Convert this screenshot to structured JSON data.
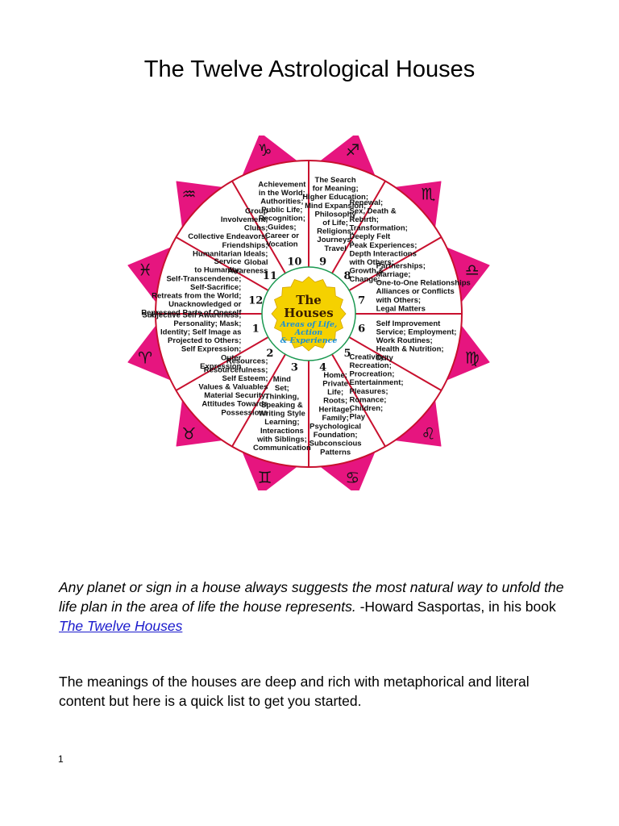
{
  "document": {
    "title": "The Twelve Astrological Houses",
    "quote": {
      "italic_text": "Any planet or sign in a house always suggests the most natural way to unfold the life plan in the area of life the house represents.",
      "attribution": " -Howard Sasportas, in his book ",
      "book_link": "The Twelve Houses"
    },
    "intro": "The meanings of the houses are deep and rich with metaphorical and literal content but here is a quick list to get you started.",
    "page_number": "1"
  },
  "wheel": {
    "center": {
      "title_line1": "The",
      "title_line2": "Houses",
      "subtitle_lines": [
        "Areas of Life,",
        "Action",
        "& Experience"
      ]
    },
    "colors": {
      "petal": "#e6157f",
      "spoke": "#c8102e",
      "ring": "#1a9850",
      "center": "#f5d100",
      "subtitle": "#1a8fd6"
    },
    "signs": [
      {
        "name": "aries",
        "glyph": "♈"
      },
      {
        "name": "taurus",
        "glyph": "♉"
      },
      {
        "name": "gemini",
        "glyph": "♊"
      },
      {
        "name": "cancer",
        "glyph": "♋"
      },
      {
        "name": "leo",
        "glyph": "♌"
      },
      {
        "name": "virgo",
        "glyph": "♍"
      },
      {
        "name": "libra",
        "glyph": "♎"
      },
      {
        "name": "scorpio",
        "glyph": "♏"
      },
      {
        "name": "sagittarius",
        "glyph": "♐"
      },
      {
        "name": "capricorn",
        "glyph": "♑"
      },
      {
        "name": "aquarius",
        "glyph": "♒"
      },
      {
        "name": "pisces",
        "glyph": "♓"
      }
    ],
    "houses": [
      {
        "number": "1",
        "lines": [
          "Subjective Self Awareness;",
          "Personality; Mask;",
          "Identity; Self Image as",
          "Projected to Others;",
          "Self Expression;",
          "Outer",
          "Expression"
        ]
      },
      {
        "number": "2",
        "lines": [
          "Resources;",
          "Resourcefulness;",
          "Self Esteem;",
          "Values & Valuables",
          "Material Security;",
          "Attitudes Towards",
          "Possessions"
        ]
      },
      {
        "number": "3",
        "lines": [
          "Mind",
          "Set;",
          "Thinking,",
          "Speaking &",
          "Writing Style",
          "Learning;",
          "Interactions",
          "with Siblings;",
          "Communication"
        ]
      },
      {
        "number": "4",
        "lines": [
          "Home;",
          "Private",
          "Life;",
          "Roots;",
          "Heritage;",
          "Family;",
          "Psychological",
          "Foundation;",
          "Subconscious",
          "Patterns"
        ]
      },
      {
        "number": "5",
        "lines": [
          "Creativity;",
          "Recreation;",
          "Procreation;",
          "Entertainment;",
          "Pleasures;",
          "Romance;",
          "Children;",
          "Play"
        ]
      },
      {
        "number": "6",
        "lines": [
          "Self Improvement",
          "Service; Employment;",
          "Work Routines;",
          "Health & Nutrition;",
          "Duty"
        ]
      },
      {
        "number": "7",
        "lines": [
          "Partnerships;",
          "Marriage;",
          "One-to-One Relationships",
          "Alliances or Conflicts",
          "with Others;",
          "Legal Matters"
        ]
      },
      {
        "number": "8",
        "lines": [
          "Renewal;",
          "Sex, Death &",
          "Rebirth;",
          "Transformation;",
          "Deeply Felt",
          "Peak Experiences;",
          "Depth Interactions",
          "with Others;",
          "Growth &",
          "Change;"
        ]
      },
      {
        "number": "9",
        "lines": [
          "The Search",
          "for Meaning;",
          "Higher Education;",
          "Mind Expansion;",
          "Philosophy",
          "of Life;",
          "Religions;",
          "Journeys;",
          "Travel"
        ]
      },
      {
        "number": "10",
        "lines": [
          "Achievement",
          "in the World;",
          "Authorities;",
          "Public Life;",
          "Recognition;",
          "Guides;",
          "Career or",
          "Vocation"
        ]
      },
      {
        "number": "11",
        "lines": [
          "Group",
          "Involvement;",
          "Clubs;",
          "Collective Endeavors;",
          "Friendships;",
          "Humanitarian Ideals;",
          "Global",
          "Awareness"
        ]
      },
      {
        "number": "12",
        "lines": [
          "Service",
          "to Humanity;",
          "Self-Transcendence;",
          "Self-Sacrifice;",
          "Retreats from the World;",
          "Unacknowledged or",
          "Repressed Parts of Oneself"
        ]
      }
    ]
  }
}
